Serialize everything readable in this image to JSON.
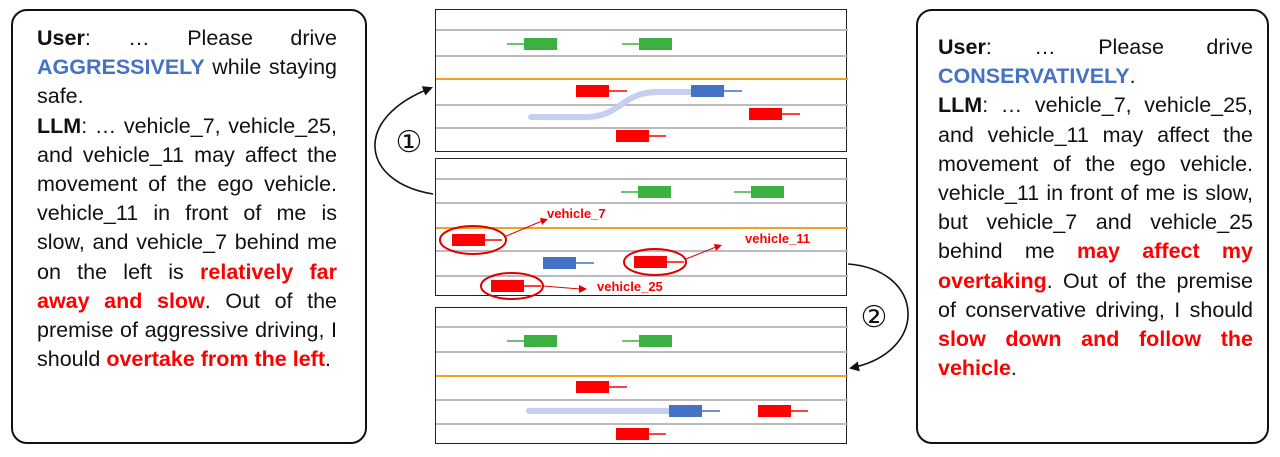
{
  "left_box": {
    "user_label": "User",
    "user_text_1": ": … Please drive ",
    "user_emphasis": "AGGRESSIVELY",
    "user_text_2": " while staying safe.",
    "llm_label": "LLM",
    "llm_text_1": ": … vehicle_7, vehicle_25, and vehicle_11 may affect the movement of the ego vehicle. vehicle_11 in front of me is slow, and vehicle_7 behind me on the left is ",
    "llm_emphasis_1": "relatively far away and slow",
    "llm_text_2": ". Out of the premise of aggressive driving, I should ",
    "llm_emphasis_2": "overtake from the left",
    "llm_text_3": "."
  },
  "right_box": {
    "user_label": "User",
    "user_text_1": ": … Please drive ",
    "user_emphasis": "CONSERVATIVELY",
    "user_text_2": ".",
    "llm_label": "LLM",
    "llm_text_1": ": … vehicle_7, vehicle_25, and vehicle_11 may affect the movement of the ego vehicle. vehicle_11 in front of me is slow, but vehicle_7 and vehicle_25 behind me ",
    "llm_emphasis_1": "may affect my overtaking",
    "llm_text_2": ". Out of the premise of conservative driving, I should ",
    "llm_emphasis_2": "slow down and follow the vehicle",
    "llm_text_3": "."
  },
  "arrows": {
    "step_1": "①",
    "step_2": "②"
  },
  "middle_panel_labels": {
    "vehicle_7": "vehicle_7",
    "vehicle_11": "vehicle_11",
    "vehicle_25": "vehicle_25"
  },
  "colors": {
    "ego": "#4472C4",
    "other_vehicle": "#FF0000",
    "far_vehicle": "#3CB043",
    "lane_line": "#BBBBBB",
    "center_line": "#F4A020",
    "trajectory": "#C5D0F0"
  }
}
